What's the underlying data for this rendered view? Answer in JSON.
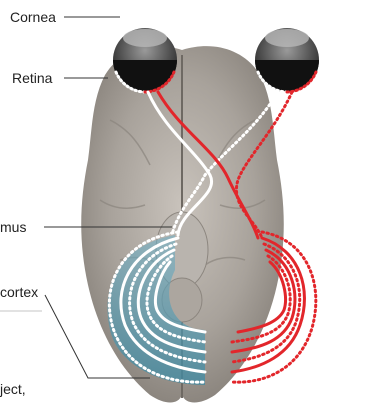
{
  "labels": {
    "cornea": "Cornea",
    "retina": "Retina",
    "thalamus": "mus",
    "cortex": "cortex",
    "object": "ject,"
  },
  "colors": {
    "left_pathway": "#ffffff",
    "right_pathway": "#e2262b",
    "left_glow": "#8fc3d3",
    "leader_line": "#333333",
    "divider": "#c6c6c6"
  },
  "icons": {
    "brain": "brain-underside-illustration",
    "eyes": "eyeball-cross-section"
  }
}
